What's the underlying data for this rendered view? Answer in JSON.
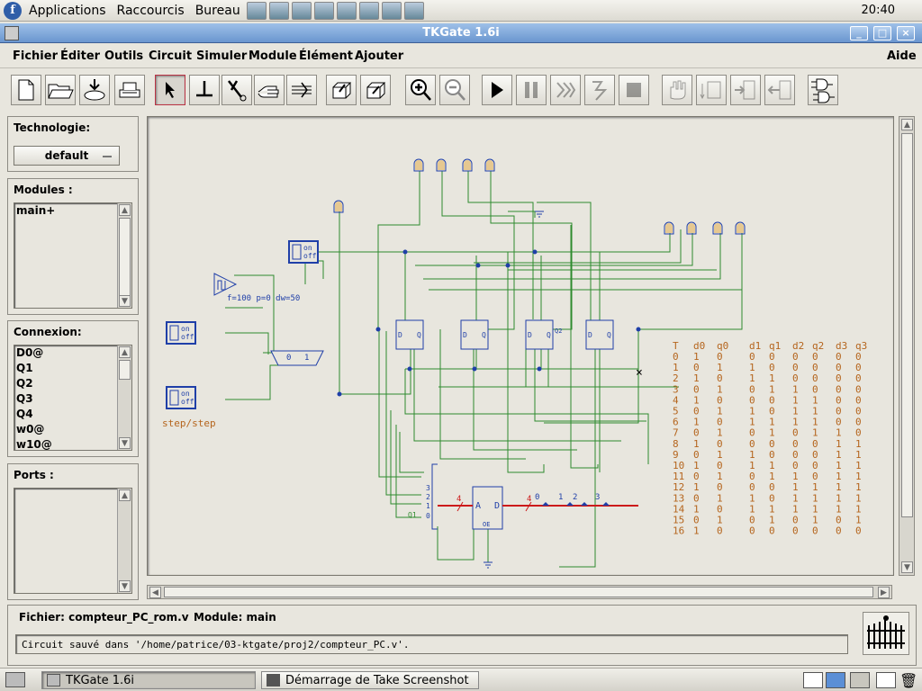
{
  "topbar": {
    "menus": [
      "Applications",
      "Raccourcis",
      "Bureau"
    ],
    "clock": "20:40"
  },
  "window": {
    "title": "TKGate 1.6i",
    "menu": [
      "Fichier",
      "Éditer",
      "Outils",
      "Circuit",
      "Simuler",
      "Module",
      "Élément",
      "Ajouter"
    ],
    "help": "Aide"
  },
  "sidebar": {
    "technology": {
      "label": "Technologie:",
      "value": "default"
    },
    "modules": {
      "label": "Modules :",
      "items": [
        "main+"
      ]
    },
    "connections": {
      "label": "Connexion:",
      "items": [
        "D0@",
        "Q1",
        "Q2",
        "Q3",
        "Q4",
        "w0@",
        "w10@"
      ]
    },
    "ports": {
      "label": "Ports :",
      "items": []
    }
  },
  "canvas": {
    "switch_label": "step/step",
    "clock_params": "f=100 p=0 dw=50",
    "mux_inputs": [
      "0",
      "1"
    ],
    "switch_text": [
      "on",
      "off"
    ],
    "rom_pins": [
      "A",
      "D",
      "OE"
    ],
    "bus_width_in": "4",
    "bus_width_out": "4",
    "bus_taps_out": [
      "0",
      "1",
      "2",
      "3"
    ],
    "bus_taps_in": [
      "3",
      "2",
      "1",
      "0"
    ],
    "wire_q1": "Q1",
    "ff_pins": [
      "D",
      "Q"
    ],
    "ff_tap_labels": [
      "Q1",
      "Q2"
    ],
    "marker": "×"
  },
  "truth_table": {
    "headers": [
      "T",
      "d0",
      "q0",
      "d1",
      "q1",
      "d2",
      "q2",
      "d3",
      "q3"
    ],
    "rows": [
      [
        "0",
        "1",
        "0",
        "0",
        "0",
        "0",
        "0",
        "0",
        "0"
      ],
      [
        "1",
        "0",
        "1",
        "1",
        "0",
        "0",
        "0",
        "0",
        "0"
      ],
      [
        "2",
        "1",
        "0",
        "1",
        "1",
        "0",
        "0",
        "0",
        "0"
      ],
      [
        "3",
        "0",
        "1",
        "0",
        "1",
        "1",
        "0",
        "0",
        "0"
      ],
      [
        "4",
        "1",
        "0",
        "0",
        "0",
        "1",
        "1",
        "0",
        "0"
      ],
      [
        "5",
        "0",
        "1",
        "1",
        "0",
        "1",
        "1",
        "0",
        "0"
      ],
      [
        "6",
        "1",
        "0",
        "1",
        "1",
        "1",
        "1",
        "0",
        "0"
      ],
      [
        "7",
        "0",
        "1",
        "0",
        "1",
        "0",
        "1",
        "1",
        "0"
      ],
      [
        "8",
        "1",
        "0",
        "0",
        "0",
        "0",
        "0",
        "1",
        "1"
      ],
      [
        "9",
        "0",
        "1",
        "1",
        "0",
        "0",
        "0",
        "1",
        "1"
      ],
      [
        "10",
        "1",
        "0",
        "1",
        "1",
        "0",
        "0",
        "1",
        "1"
      ],
      [
        "11",
        "0",
        "1",
        "0",
        "1",
        "1",
        "0",
        "1",
        "1"
      ],
      [
        "12",
        "1",
        "0",
        "0",
        "0",
        "1",
        "1",
        "1",
        "1"
      ],
      [
        "13",
        "0",
        "1",
        "1",
        "0",
        "1",
        "1",
        "1",
        "1"
      ],
      [
        "14",
        "1",
        "0",
        "1",
        "1",
        "1",
        "1",
        "1",
        "1"
      ],
      [
        "15",
        "0",
        "1",
        "0",
        "1",
        "0",
        "1",
        "0",
        "1"
      ],
      [
        "16",
        "1",
        "0",
        "0",
        "0",
        "0",
        "0",
        "0",
        "0"
      ]
    ],
    "color": "#b5651d"
  },
  "status": {
    "file": "Fichier: compteur_PC_rom.v",
    "module": "Module: main",
    "message": "Circuit sauvé dans '/home/patrice/03-ktgate/proj2/compteur_PC.v'."
  },
  "taskbar": {
    "tasks": [
      "TKGate 1.6i",
      "Démarrage de Take Screenshot"
    ]
  },
  "colors": {
    "wire": "#2e8b2e",
    "component": "#1f3fa8",
    "bus": "#cc1a1a",
    "title_bg": "#6a96cf"
  },
  "icons": [
    "new-file-icon",
    "open-folder-icon",
    "save-disk-icon",
    "print-icon",
    "select-arrow-icon",
    "wire-tool-icon",
    "cut-pliers-icon",
    "hand-move-icon",
    "bus-tool-icon",
    "open-box-icon",
    "close-box-icon",
    "zoom-in-icon",
    "zoom-out-icon",
    "play-icon",
    "pause-icon",
    "step-icon",
    "step-clock-icon",
    "stop-icon"
  ]
}
